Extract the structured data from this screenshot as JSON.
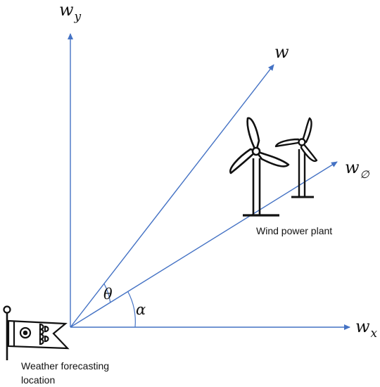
{
  "axes": {
    "y_label_main": "w",
    "y_label_sub": "y",
    "x_label_main": "w",
    "x_label_sub": "x",
    "w_label": "w",
    "wphi_label_main": "w",
    "wphi_label_sub": "∅"
  },
  "angles": {
    "theta": "θ",
    "alpha": "α"
  },
  "labels": {
    "wind_power_plant": "Wind power plant",
    "weather_location_line1": "Weather forecasting",
    "weather_location_line2": "location"
  },
  "colors": {
    "arrow": "#4472C4",
    "ink": "#111111",
    "background": "#ffffff"
  },
  "icons": {
    "turbine_large": "wind-turbine-icon",
    "turbine_small": "wind-turbine-icon",
    "windsock": "koinobori-windsock-icon"
  }
}
